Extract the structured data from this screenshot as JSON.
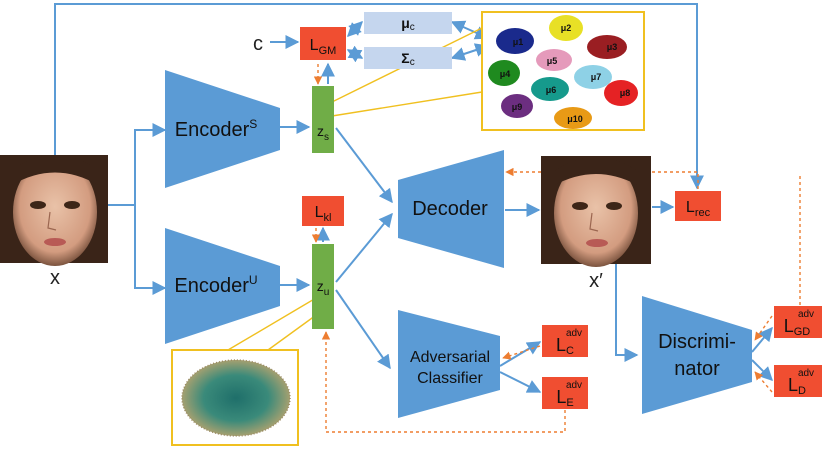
{
  "inputs": {
    "x_label": "x",
    "c_label": "c",
    "x_prime_label": "x′"
  },
  "encoders": {
    "supervised": {
      "name": "Encoder",
      "sup": "S"
    },
    "unsupervised": {
      "name": "Encoder",
      "sup": "U"
    }
  },
  "latents": {
    "zs": {
      "base": "z",
      "sub": "s"
    },
    "zu": {
      "base": "z",
      "sub": "u"
    }
  },
  "decoder": {
    "name": "Decoder"
  },
  "adversarial_classifier": {
    "line1": "Adversarial",
    "line2": "Classifier"
  },
  "discriminator": {
    "line1": "Discrimi-",
    "line2": "nator"
  },
  "losses": {
    "gm": {
      "base": "L",
      "sub": "GM"
    },
    "kl": {
      "base": "L",
      "sub": "kl"
    },
    "rec": {
      "base": "L",
      "sub": "rec"
    },
    "adv_c": {
      "base": "L",
      "sub": "C",
      "sup": "adv"
    },
    "adv_e": {
      "base": "L",
      "sub": "E",
      "sup": "adv"
    },
    "adv_gd": {
      "base": "L",
      "sub": "GD",
      "sup": "adv"
    },
    "adv_d": {
      "base": "L",
      "sub": "D",
      "sup": "adv"
    }
  },
  "params": {
    "mu": {
      "base": "μ",
      "sub": "c"
    },
    "sigma": {
      "base": "Σ",
      "sub": "c"
    }
  },
  "cluster_labels": [
    "μ1",
    "μ2",
    "μ3",
    "μ4",
    "μ5",
    "μ6",
    "μ7",
    "μ8",
    "μ9",
    "μ10"
  ],
  "colors": {
    "blue_block": "#5b9bd5",
    "green_latent": "#70ad47",
    "loss_red": "#f04e31",
    "param_box": "#c5d6ee",
    "arrow_blue": "#5b9bd5",
    "dashed_orange": "#ed7d31",
    "yellow_frame": "#f0c020"
  }
}
